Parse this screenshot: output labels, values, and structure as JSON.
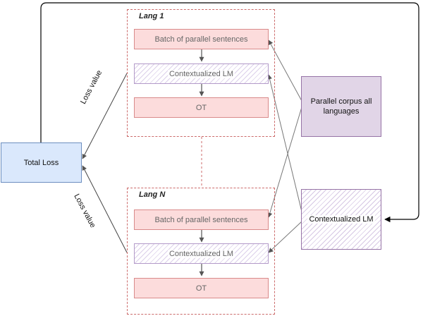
{
  "groups": [
    {
      "title": "Lang 1",
      "batch_label": "Batch of parallel sentences",
      "lm_label": "Contextualized LM",
      "ot_label": "OT"
    },
    {
      "title": "Lang N",
      "batch_label": "Batch of parallel sentences",
      "lm_label": "Contextualized LM",
      "ot_label": "OT"
    }
  ],
  "total_loss": "Total Loss",
  "parallel_corpus": "Parallel corpus all languages",
  "contextualized_lm": "Contextualized LM",
  "edge_labels": {
    "top_loss": "Loss value",
    "bottom_loss": "Loss value"
  },
  "colors": {
    "group_border": "#cc6b6b",
    "pink_fill": "#fcdcdc",
    "total_loss_fill": "#dae8fc",
    "corpus_fill": "#e1d5e7",
    "purple_border": "#9673a6"
  }
}
